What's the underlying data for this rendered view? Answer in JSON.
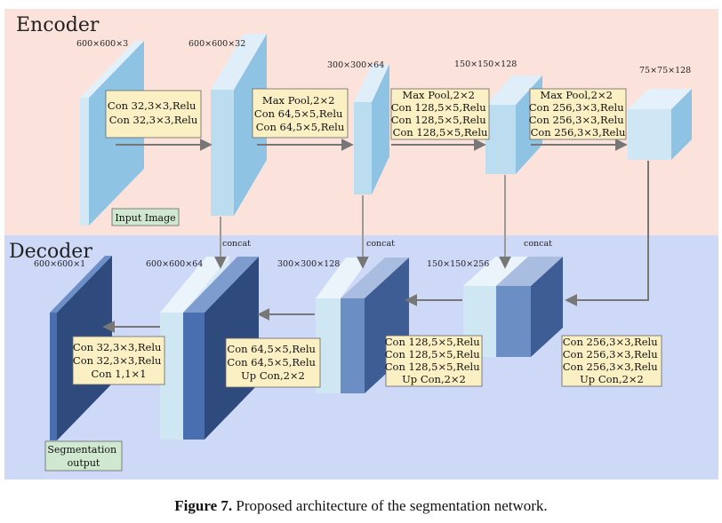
{
  "encoder_title": "Encoder",
  "decoder_title": "Decoder",
  "dims": {
    "e1": "600×600×3",
    "e2": "600×600×32",
    "e3": "300×300×64",
    "e4": "150×150×128",
    "e5": "75×75×128",
    "d1": "600×600×1",
    "d2": "600×600×64",
    "d3": "300×300×128",
    "d4": "150×150×256"
  },
  "input_image_label": "Input Image",
  "segmentation_label_line1": "Segmentation",
  "segmentation_label_line2": "output",
  "concat_label": "concat",
  "encoder_ops": [
    [
      "Con 32,3×3,Relu",
      "Con 32,3×3,Relu"
    ],
    [
      "Max Pool,2×2",
      "Con 64,5×5,Relu",
      "Con 64,5×5,Relu"
    ],
    [
      "Max Pool,2×2",
      "Con 128,5×5,Relu",
      "Con 128,5×5,Relu",
      "Con 128,5×5,Relu"
    ],
    [
      "Max Pool,2×2",
      "Con 256,3×3,Relu",
      "Con 256,3×3,Relu",
      "Con 256,3×3,Relu"
    ]
  ],
  "decoder_ops": [
    [
      "Con 32,3×3,Relu",
      "Con 32,3×3,Relu",
      "Con 1,1×1"
    ],
    [
      "Con 64,5×5,Relu",
      "Con 64,5×5,Relu",
      "Up Con,2×2"
    ],
    [
      "Con 128,5×5,Relu",
      "Con 128,5×5,Relu",
      "Con 128,5×5,Relu",
      "Up Con,2×2"
    ],
    [
      "Con 256,3×3,Relu",
      "Con 256,3×3,Relu",
      "Con 256,3×3,Relu",
      "Up Con,2×2"
    ]
  ],
  "caption_label": "Figure 7.",
  "caption_text": " Proposed architecture of the segmentation network.",
  "colors": {
    "encoder_bg": "#fbe3dc",
    "decoder_bg": "#cdd9f7",
    "light_block": "#a9d4ee",
    "dark_block": "#3e5d95",
    "op_box": "#fbf0c4",
    "label_box": "#cfe8cf",
    "arrow": "#777777"
  }
}
